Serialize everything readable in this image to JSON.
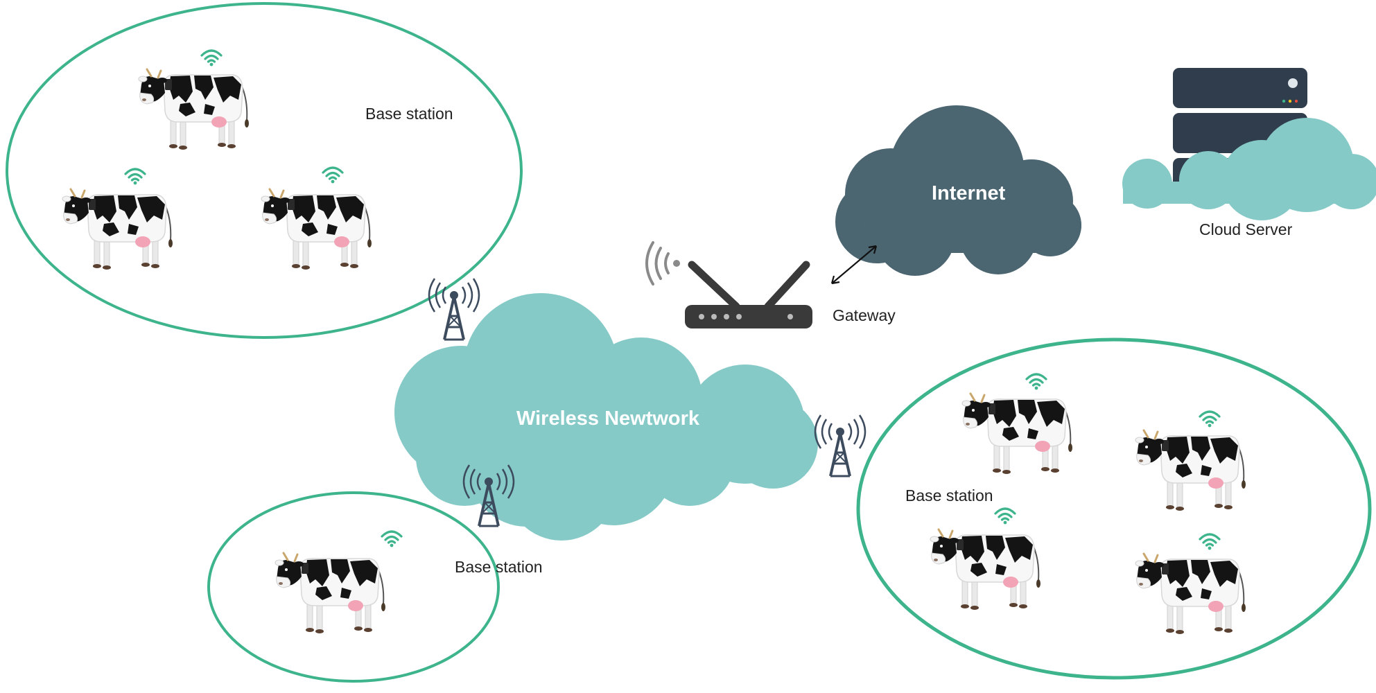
{
  "labels": {
    "base_station_top_left": "Base station",
    "base_station_bottom_left": "Base station",
    "base_station_right": "Base station",
    "gateway": "Gateway",
    "internet": "Internet",
    "wireless_network": "Wireless Newtwork",
    "cloud_server": "Cloud Server"
  },
  "colors": {
    "herd_ring": "#3db48c",
    "wireless_cloud": "#86cac8",
    "internet_cloud": "#4b6571",
    "server_dark": "#2f3d4c",
    "tower": "#3d4b5e",
    "signal_green": "#3db48c",
    "router": "#3a3a3a"
  }
}
